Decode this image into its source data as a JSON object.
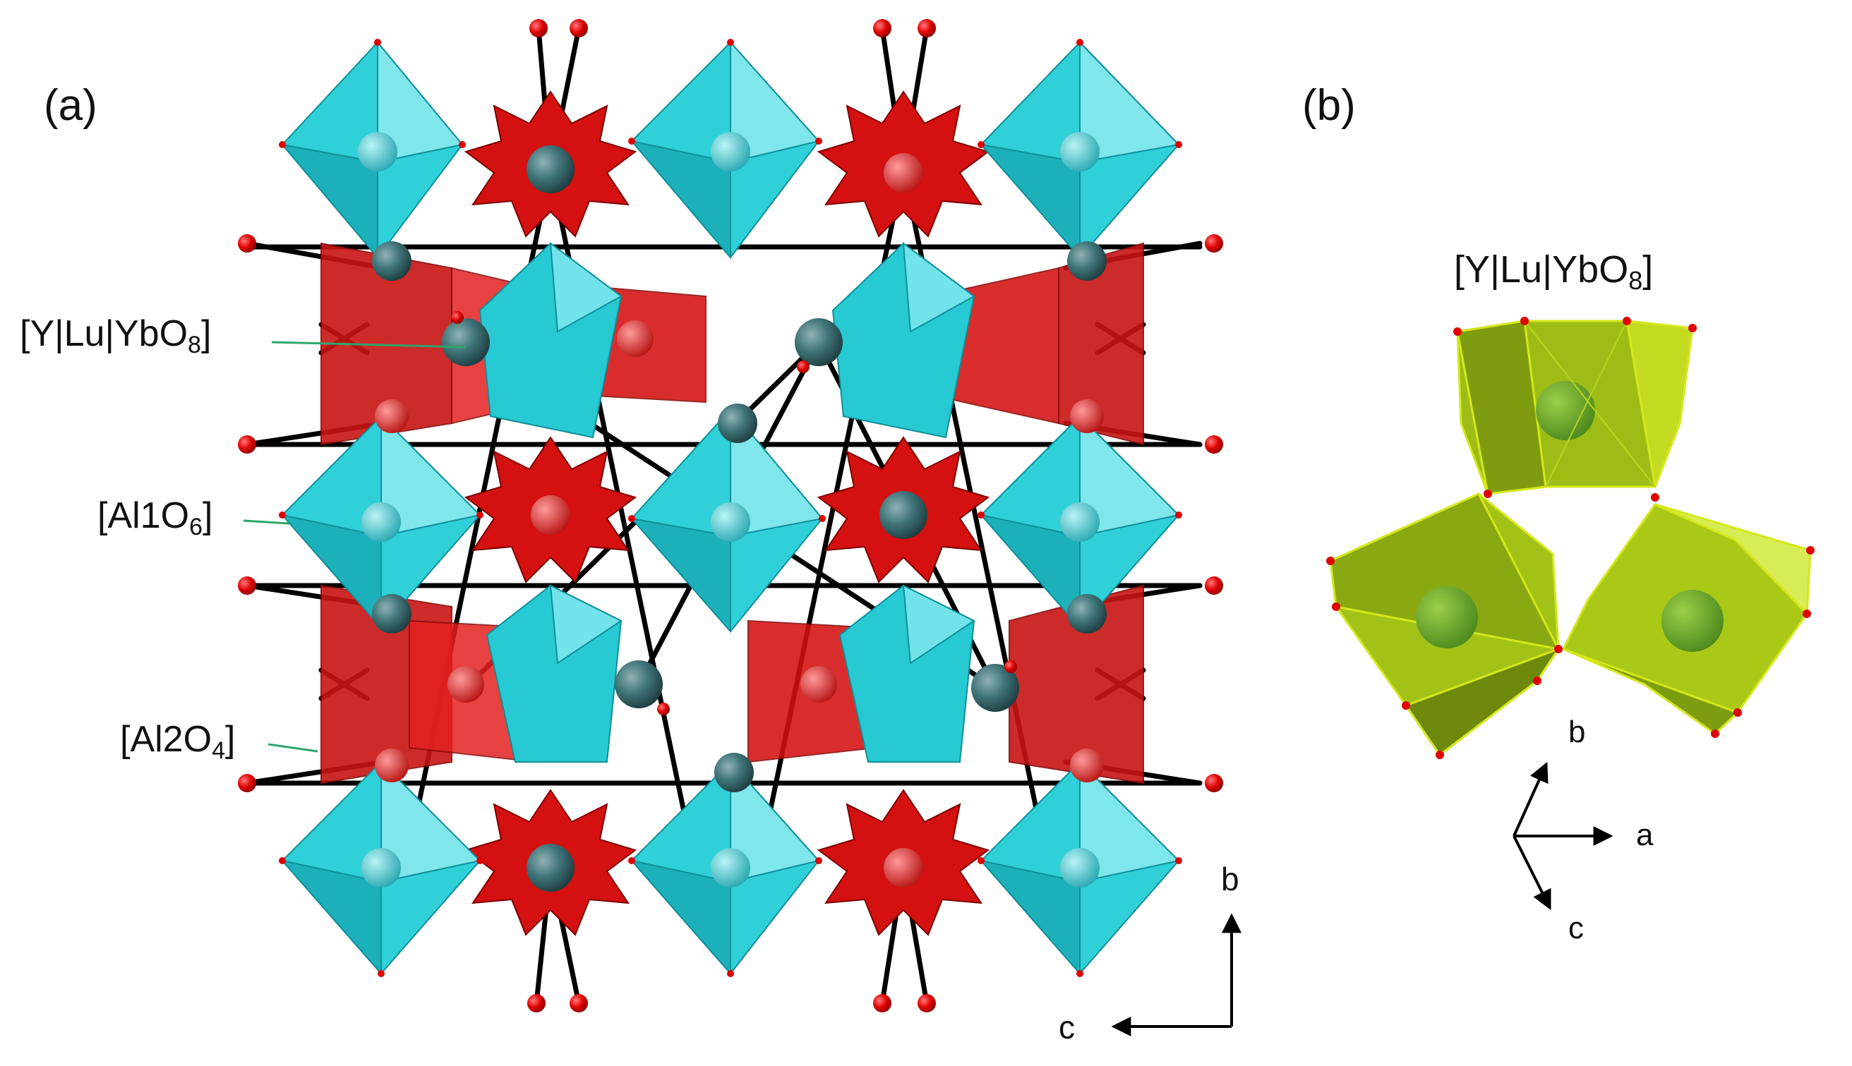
{
  "panel_a": {
    "label": "(a)",
    "annotations": [
      {
        "text": "[Y|Lu|YbO",
        "subscript": "8",
        "suffix": "]"
      },
      {
        "text": "[Al1O",
        "subscript": "6",
        "suffix": "]"
      },
      {
        "text": "[Al2O",
        "subscript": "4",
        "suffix": "]"
      }
    ],
    "axes": {
      "vertical": "b",
      "horizontal": "c"
    }
  },
  "panel_b": {
    "label": "(b)",
    "title": {
      "text": "[Y|Lu|YbO",
      "subscript": "8",
      "suffix": "]"
    },
    "axes": {
      "up": "b",
      "right": "a",
      "down": "c"
    }
  },
  "colors": {
    "octahedron_cyan": "#27c9d2",
    "tetrahedron_red": "#d41010",
    "dodecahedron_yellow": "#a9c916",
    "cation_sphere": "#356a6e",
    "oxygen": "#e00000",
    "bond": "#000000"
  }
}
